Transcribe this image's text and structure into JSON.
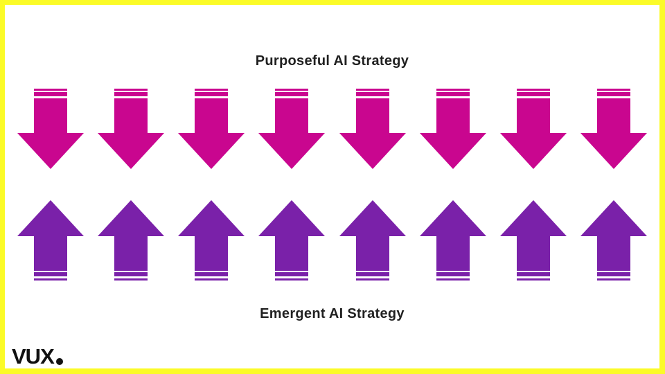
{
  "slide": {
    "top_label": "Purposeful AI Strategy",
    "bottom_label": "Emergent AI Strategy"
  },
  "arrows": {
    "down_row": {
      "count": 8,
      "direction": "down",
      "color": "#C9068F"
    },
    "up_row": {
      "count": 8,
      "direction": "up",
      "color": "#7A21A9"
    }
  },
  "logo": {
    "text": "VUX",
    "dot": "."
  },
  "colors": {
    "border_yellow": "#FBFB28",
    "background": "#FFFFFF",
    "heading_text": "#212121",
    "logo_black": "#111111",
    "purposeful_pink": "#C9068F",
    "emergent_purple": "#7A21A9"
  }
}
